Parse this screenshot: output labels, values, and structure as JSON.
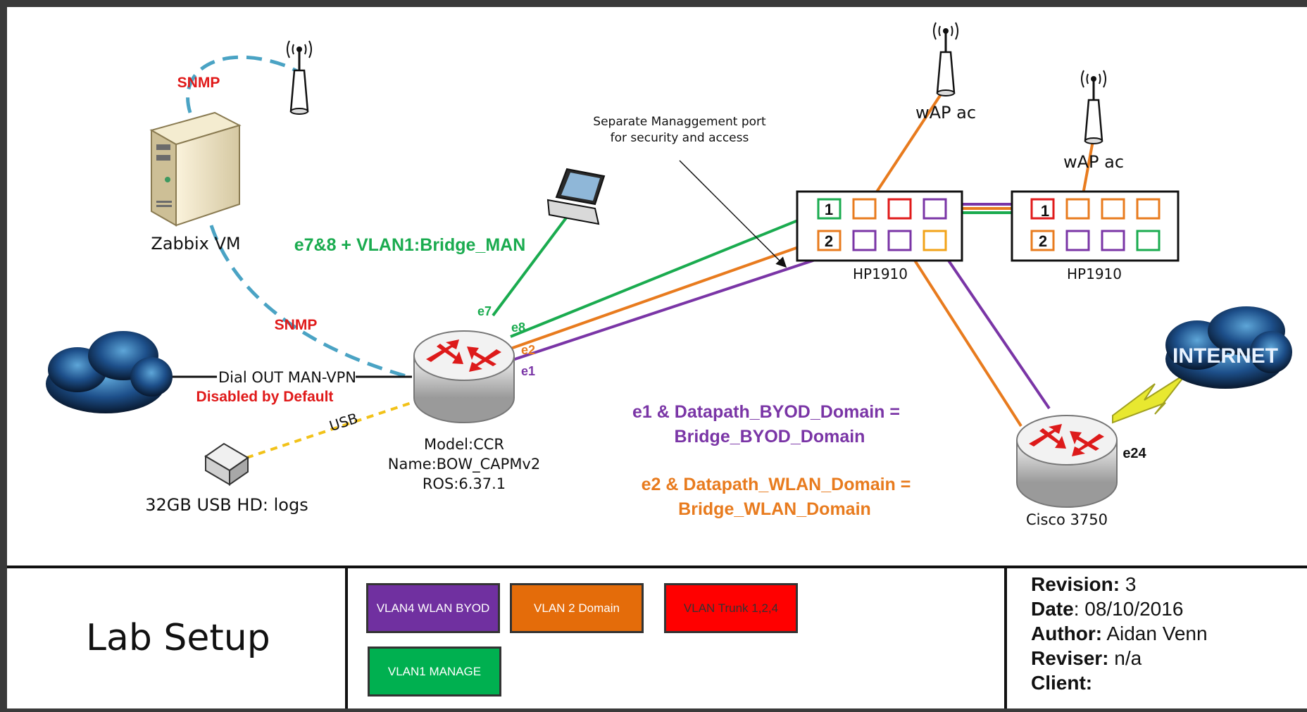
{
  "title": "Lab Setup",
  "nodes": {
    "zabbix": "Zabbix VM",
    "wap1": "wAP ac",
    "wap2": "wAP ac",
    "switch1": "HP1910",
    "switch2": "HP1910",
    "router": {
      "model": "Model:CCR",
      "name": "Name:BOW_CAPMv2",
      "ros": "ROS:6.37.1"
    },
    "cisco": "Cisco 3750",
    "internet": "INTERNET",
    "usb_hd": "32GB USB HD: logs"
  },
  "port_labels": {
    "e7": "e7",
    "e8": "e8",
    "e2": "e2",
    "e1": "e1",
    "e24": "e24",
    "sw1_p1": "1",
    "sw1_p2": "2",
    "sw2_p1": "1",
    "sw2_p2": "2"
  },
  "link_labels": {
    "snmp_top": "SNMP",
    "snmp_mid": "SNMP",
    "dial_out": "Dial OUT MAN-VPN",
    "disabled": "Disabled by Default",
    "usb": "USB",
    "mgmt_note_line1": "Separate Managgement port",
    "mgmt_note_line2": "for security and access",
    "vlan1_bridge": "e7&8 + VLAN1:Bridge_MAN",
    "byod_line1": "e1 & Datapath_BYOD_Domain =",
    "byod_line2": "Bridge_BYOD_Domain",
    "wlan_line1": "e2 & Datapath_WLAN_Domain =",
    "wlan_line2": "Bridge_WLAN_Domain"
  },
  "legend": {
    "byod": "VLAN4 WLAN BYOD",
    "domain": "VLAN 2 Domain",
    "trunk": "VLAN Trunk 1,2,4",
    "manage": "VLAN1 MANAGE"
  },
  "info": {
    "revision_label": "Revision:",
    "revision": "3",
    "date_label": "Date",
    "date": ": 08/10/2016",
    "author_label": "Author:",
    "author": "Aidan Venn",
    "reviser_label": "Reviser:",
    "reviser": "n/a",
    "client_label": "Client:"
  },
  "colors": {
    "green": "#1aab4f",
    "orange": "#e87b1e",
    "purple": "#7a35a6",
    "red": "#e01a1a",
    "snmp_dash": "#4aa3c4",
    "usb_dash": "#f2c219",
    "legend_byod": "#7030a0",
    "legend_domain": "#e46c0a",
    "legend_trunk": "#ff0000",
    "legend_manage": "#00b050"
  }
}
